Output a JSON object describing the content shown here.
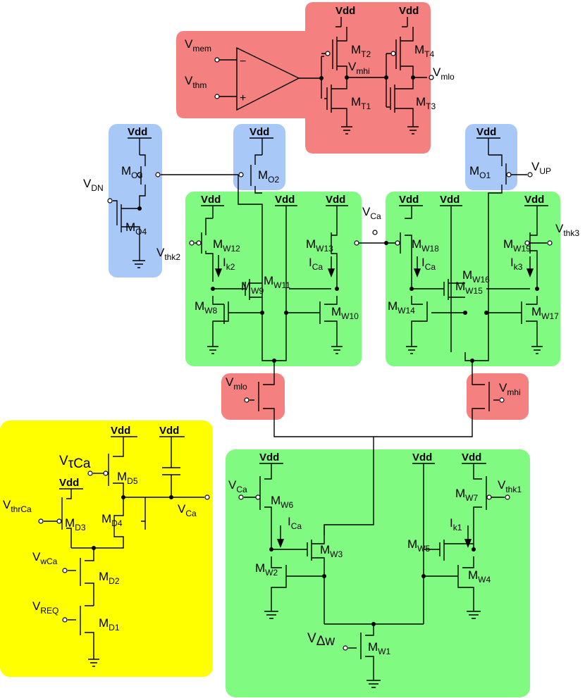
{
  "colors": {
    "red_region": "#F58080",
    "blue_region": "#A8C8F8",
    "green_region": "#80FA80",
    "yellow_region": "#FFFF00",
    "wire": "#000000"
  },
  "supply_label": "Vdd",
  "comparator": {
    "in_minus": {
      "main": "V",
      "sub": "mem"
    },
    "in_plus": {
      "main": "V",
      "sub": "thm"
    },
    "minus_sign": "−",
    "plus_sign": "+"
  },
  "red_top": {
    "mt2": {
      "main": "M",
      "sub": "T2"
    },
    "mt4": {
      "main": "M",
      "sub": "T4"
    },
    "mt1": {
      "main": "M",
      "sub": "T1"
    },
    "mt3": {
      "main": "M",
      "sub": "T3"
    },
    "vmhi": {
      "main": "V",
      "sub": "mhi"
    },
    "vmlo": {
      "main": "V",
      "sub": "mlo"
    }
  },
  "blue": {
    "mo3": {
      "main": "M",
      "sub": "O3"
    },
    "mo2": {
      "main": "M",
      "sub": "O2"
    },
    "mo4": {
      "main": "M",
      "sub": "O4"
    },
    "mo1": {
      "main": "M",
      "sub": "O1"
    },
    "vdn": {
      "main": "V",
      "sub": "DN"
    },
    "vup": {
      "main": "V",
      "sub": "UP"
    }
  },
  "green_left": {
    "mw12": {
      "main": "M",
      "sub": "W12"
    },
    "mw13": {
      "main": "M",
      "sub": "W13"
    },
    "mw9": {
      "main": "M",
      "sub": "W9"
    },
    "mw11": {
      "main": "M",
      "sub": "W11"
    },
    "mw8": {
      "main": "M",
      "sub": "W8"
    },
    "mw10": {
      "main": "M",
      "sub": "W10"
    },
    "vthk2": {
      "main": "V",
      "sub": "thk2"
    },
    "ik2": {
      "main": "I",
      "sub": "k2"
    },
    "ica": {
      "main": "I",
      "sub": "Ca"
    }
  },
  "green_right": {
    "vca": {
      "main": "V",
      "sub": "Ca"
    },
    "mw18": {
      "main": "M",
      "sub": "W18"
    },
    "mw19": {
      "main": "M",
      "sub": "W19"
    },
    "mw16": {
      "main": "M",
      "sub": "W16"
    },
    "mw15": {
      "main": "M",
      "sub": "W15"
    },
    "mw14": {
      "main": "M",
      "sub": "W14"
    },
    "mw17": {
      "main": "M",
      "sub": "W17"
    },
    "vthk3": {
      "main": "V",
      "sub": "thk3"
    },
    "ica": {
      "main": "I",
      "sub": "Ca"
    },
    "ik3": {
      "main": "I",
      "sub": "k3"
    }
  },
  "switches": {
    "vmlo": {
      "main": "V",
      "sub": "mlo"
    },
    "vmhi": {
      "main": "V",
      "sub": "mhi"
    }
  },
  "yellow": {
    "vtauca": {
      "main": "V",
      "sub": "τCa"
    },
    "md5": {
      "main": "M",
      "sub": "D5"
    },
    "vthrca": {
      "main": "V",
      "sub": "thrCa"
    },
    "md3": {
      "main": "M",
      "sub": "D3"
    },
    "md4": {
      "main": "M",
      "sub": "D4"
    },
    "vca": {
      "main": "V",
      "sub": "Ca"
    },
    "vwca": {
      "main": "V",
      "sub": "wCa"
    },
    "md2": {
      "main": "M",
      "sub": "D2"
    },
    "vreq": {
      "main": "V",
      "sub": "REQ"
    },
    "md1": {
      "main": "M",
      "sub": "D1"
    }
  },
  "green_bottom": {
    "vca": {
      "main": "V",
      "sub": "Ca"
    },
    "mw6": {
      "main": "M",
      "sub": "W6"
    },
    "ica": {
      "main": "I",
      "sub": "Ca"
    },
    "mw3": {
      "main": "M",
      "sub": "W3"
    },
    "mw2": {
      "main": "M",
      "sub": "W2"
    },
    "mw7": {
      "main": "M",
      "sub": "W7"
    },
    "vthk1": {
      "main": "V",
      "sub": "thk1"
    },
    "ik1": {
      "main": "I",
      "sub": "k1"
    },
    "mw5": {
      "main": "M",
      "sub": "W5"
    },
    "mw4": {
      "main": "M",
      "sub": "W4"
    },
    "vdw": {
      "main": "V",
      "sub": "Δw"
    },
    "mw1": {
      "main": "M",
      "sub": "W1"
    }
  }
}
